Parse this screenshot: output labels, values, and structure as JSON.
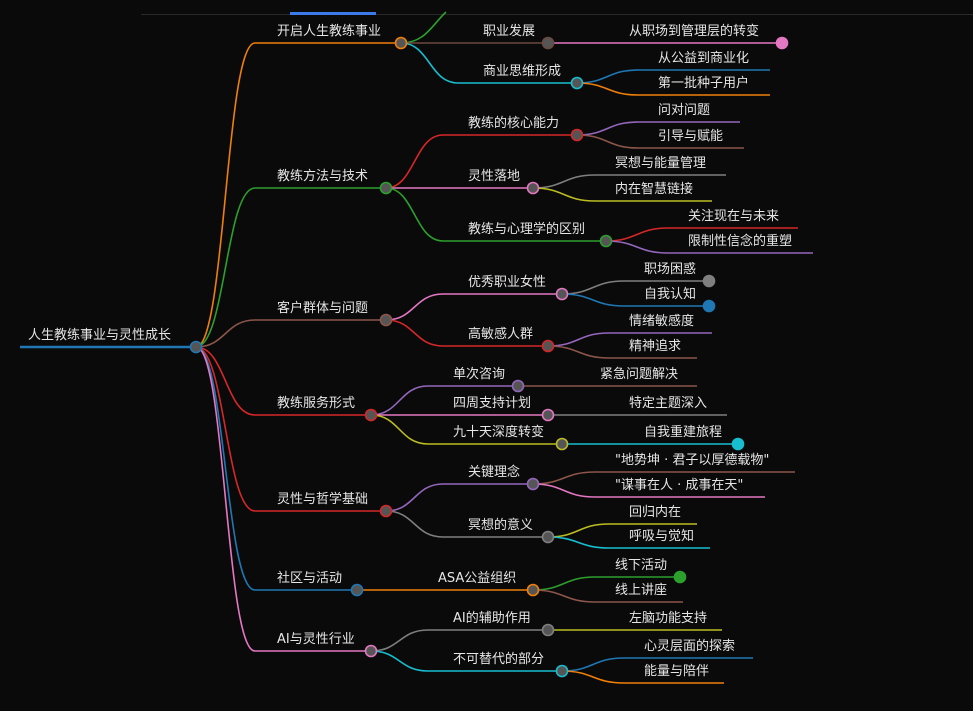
{
  "root": {
    "label": "人生教练事业与灵性成长",
    "color": "#1f77b4"
  },
  "branches": [
    {
      "label": "开启人生教练事业",
      "color": "#f07f0a",
      "children": [
        {
          "label": "职业发展",
          "color": "#6b4a40",
          "children": [
            {
              "label": "从职场到管理层的转变",
              "color": "#e377c2",
              "dot": true
            }
          ]
        },
        {
          "label": "商业思维形成",
          "color": "#17becf",
          "children": [
            {
              "label": "从公益到商业化",
              "color": "#1f77b4"
            },
            {
              "label": "第一批种子用户",
              "color": "#f07f0a"
            }
          ]
        }
      ]
    },
    {
      "label": "教练方法与技术",
      "color": "#2ca02c",
      "children": [
        {
          "label": "教练的核心能力",
          "color": "#d62728",
          "children": [
            {
              "label": "问对问题",
              "color": "#9467bd"
            },
            {
              "label": "引导与赋能",
              "color": "#8c564b"
            }
          ]
        },
        {
          "label": "灵性落地",
          "color": "#e377c2",
          "children": [
            {
              "label": "冥想与能量管理",
              "color": "#7f7f7f"
            },
            {
              "label": "内在智慧链接",
              "color": "#bcbd22"
            }
          ]
        },
        {
          "label": "教练与心理学的区别",
          "color": "#2ca02c",
          "children": [
            {
              "label": "关注现在与未来",
              "color": "#d62728"
            },
            {
              "label": "限制性信念的重塑",
              "color": "#9467bd"
            }
          ]
        }
      ]
    },
    {
      "label": "客户群体与问题",
      "color": "#8c564b",
      "children": [
        {
          "label": "优秀职业女性",
          "color": "#e377c2",
          "children": [
            {
              "label": "职场困惑",
              "color": "#7f7f7f",
              "dot": true
            },
            {
              "label": "自我认知",
              "color": "#1f77b4",
              "dot": true
            }
          ]
        },
        {
          "label": "高敏感人群",
          "color": "#d62728",
          "children": [
            {
              "label": "情绪敏感度",
              "color": "#9467bd"
            },
            {
              "label": "精神追求",
              "color": "#8c564b"
            }
          ]
        }
      ]
    },
    {
      "label": "教练服务形式",
      "color": "#d62728",
      "children": [
        {
          "label": "单次咨询",
          "color": "#9467bd",
          "children": [
            {
              "label": "紧急问题解决",
              "color": "#8c564b"
            }
          ]
        },
        {
          "label": "四周支持计划",
          "color": "#e377c2",
          "children": [
            {
              "label": "特定主题深入",
              "color": "#7f7f7f"
            }
          ]
        },
        {
          "label": "九十天深度转变",
          "color": "#bcbd22",
          "children": [
            {
              "label": "自我重建旅程",
              "color": "#17becf",
              "dot": true
            }
          ]
        }
      ]
    },
    {
      "label": "灵性与哲学基础",
      "color": "#d62728",
      "children": [
        {
          "label": "关键理念",
          "color": "#9467bd",
          "children": [
            {
              "label": "\"地势坤 · 君子以厚德载物\"",
              "color": "#8c564b"
            },
            {
              "label": "\"谋事在人 · 成事在天\"",
              "color": "#e377c2"
            }
          ]
        },
        {
          "label": "冥想的意义",
          "color": "#7f7f7f",
          "children": [
            {
              "label": "回归内在",
              "color": "#bcbd22"
            },
            {
              "label": "呼吸与觉知",
              "color": "#17becf"
            }
          ]
        }
      ]
    },
    {
      "label": "社区与活动",
      "color": "#1f77b4",
      "children": [
        {
          "label": "ASA公益组织",
          "color": "#f07f0a",
          "children": [
            {
              "label": "线下活动",
              "color": "#2ca02c",
              "dot": true
            },
            {
              "label": "线上讲座",
              "color": "#8c564b"
            }
          ]
        }
      ]
    },
    {
      "label": "AI与灵性行业",
      "color": "#e377c2",
      "children": [
        {
          "label": "AI的辅助作用",
          "color": "#7f7f7f",
          "children": [
            {
              "label": "左脑功能支持",
              "color": "#bcbd22"
            }
          ]
        },
        {
          "label": "不可替代的部分",
          "color": "#17becf",
          "children": [
            {
              "label": "心灵层面的探索",
              "color": "#1f77b4"
            },
            {
              "label": "能量与陪伴",
              "color": "#f07f0a"
            }
          ]
        }
      ]
    }
  ]
}
